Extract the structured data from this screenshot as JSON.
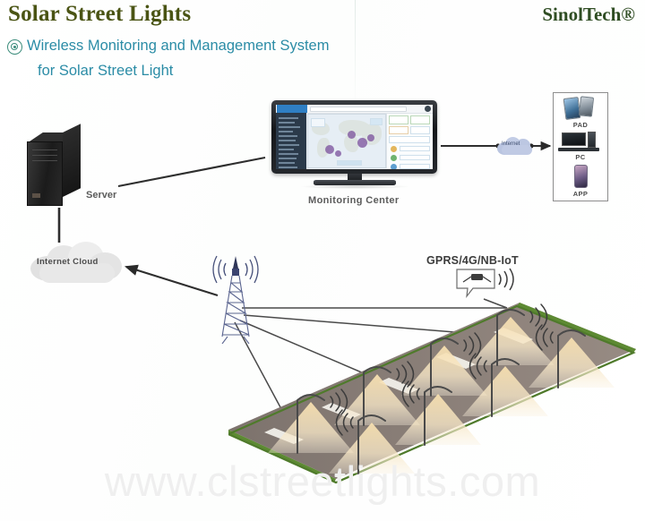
{
  "header": {
    "title": "Solar Street Lights",
    "brand": "SinolTech®",
    "subtitle_line1": "Wireless Monitoring and Management System",
    "subtitle_line2": "for Solar Street Light",
    "bullet_icon": "bullseye-icon",
    "title_color": "#4a5414",
    "brand_color": "#2f4d23",
    "subtitle_color": "#2b8ca6"
  },
  "diagram": {
    "nodes": {
      "server": {
        "label": "Server",
        "icon": "server-rack-icon"
      },
      "internet_cloud": {
        "label": "Internet Cloud",
        "icon": "cloud-icon"
      },
      "monitoring_center": {
        "label": "Monitoring Center",
        "icon": "widescreen-monitor-icon"
      },
      "internet_small": {
        "label": "Internet",
        "icon": "cloud-icon"
      },
      "tower": {
        "label": "",
        "icon": "cell-tower-icon"
      },
      "gateway": {
        "label": "GPRS/4G/NB-IoT",
        "icon": "wireless-gateway-icon"
      }
    },
    "device_box": {
      "items": [
        {
          "label": "PAD",
          "icon": "tablet-icon"
        },
        {
          "label": "PC",
          "icon": "desktop-computer-icon"
        },
        {
          "label": "APP",
          "icon": "smartphone-icon"
        }
      ]
    },
    "street_lights": {
      "count": 8,
      "icon": "solar-street-light-icon",
      "signal_icon": "wifi-arc-icon"
    },
    "road": {
      "surface_color": "#8b8179",
      "edge_color": "#4f7a2b",
      "marking_color": "#f4f2ec"
    },
    "light_cone_color": "#f6e3b8"
  },
  "watermark": {
    "text": "www.clstreetlights.com",
    "color": "#efefef"
  }
}
